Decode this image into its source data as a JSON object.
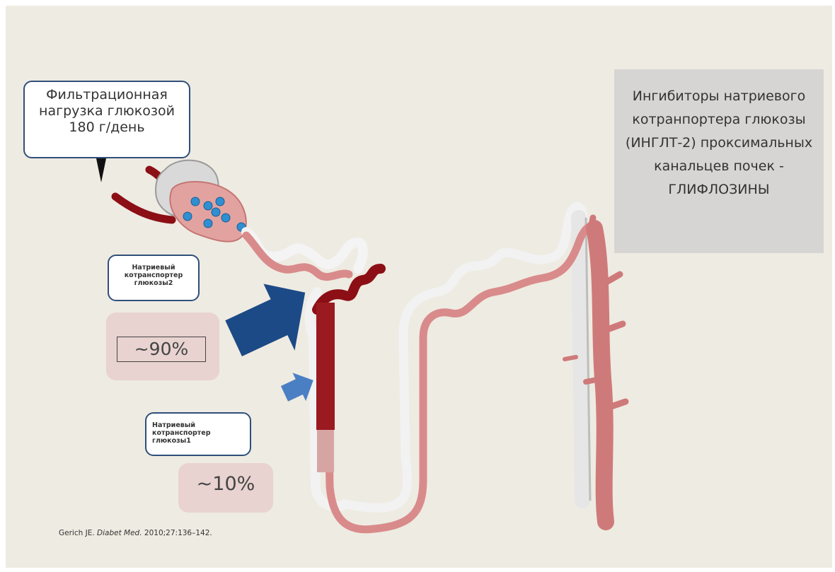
{
  "callouts": {
    "filtration": "Фильтрационная нагрузка глюкозой 180 г/день",
    "sglt2": "Натриевый котранспортер глюкозы2",
    "sglt1": "Натриевый котранспортер глюкозы1"
  },
  "percentages": {
    "sglt2_share": "~90%",
    "sglt1_share": "~10%"
  },
  "inhibitor_panel": {
    "title": "Ингибиторы натриевого котранпортера глюкозы (ИНГЛТ-2) проксимальных канальцев почек - ГЛИФЛОЗИНЫ"
  },
  "citation": {
    "author": "Gerich JE.",
    "journal": "Diabet Med.",
    "details": "2010;27:136–142."
  },
  "colors": {
    "background": "#eeebe2",
    "vessel_pink": "#d98b8b",
    "vessel_dark": "#8c0f15",
    "tubule_white": "#f2f2f2",
    "arrow_dark_blue": "#1c4a86",
    "arrow_light_blue": "#4a7fc4",
    "glucose_dot": "#2f8fd0",
    "callout_border": "#2f4f7a"
  }
}
